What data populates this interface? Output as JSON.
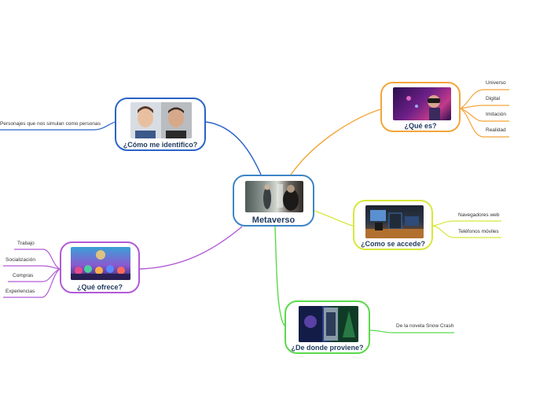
{
  "center": {
    "title": "Metaverso",
    "color": "#3d85c6"
  },
  "branches": {
    "que_es": {
      "title": "¿Qué es?",
      "color": "#f4a53a",
      "leaves": [
        "Universo",
        "Digital",
        "Imitación",
        "Realidad"
      ]
    },
    "como_accede": {
      "title": "¿Como se accede?",
      "color": "#d7e83c",
      "leaves": [
        "Navegadores web",
        "Teléfonos móviles"
      ]
    },
    "de_donde": {
      "title": "¿De donde proviene?",
      "color": "#5ad94b",
      "leaves": [
        "De la novela Snow Crash"
      ]
    },
    "que_ofrece": {
      "title": "¿Qué ofrece?",
      "color": "#b25ad8",
      "leaves": [
        "Trabajo",
        "Socialización",
        "Compras",
        "Experiencias"
      ]
    },
    "como_identifico": {
      "title": "¿Cómo me identifico?",
      "color": "#2a63c9",
      "leaves": [
        "Personajes que nos simulan como personas"
      ]
    }
  }
}
